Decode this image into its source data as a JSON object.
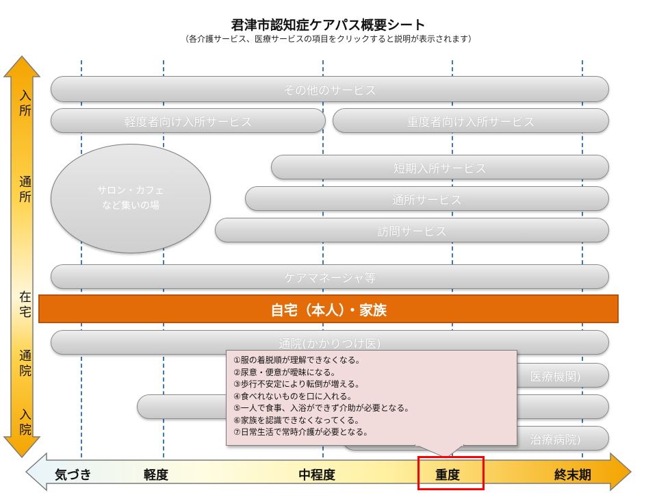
{
  "header": {
    "title": "君津市認知症ケアパス概要シート",
    "subtitle": "（各介護サービス、医療サービスの項目をクリックすると説明が表示されます）"
  },
  "vertical_axis": {
    "top_label": "入所",
    "mid_label": "通所",
    "home_label": "在宅",
    "clinic_label": "通院",
    "bottom_label": "入院"
  },
  "services": {
    "other": "その他のサービス",
    "light_residential": "軽度者向け入所サービス",
    "heavy_residential": "重度者向け入所サービス",
    "salon_line1": "サロン・カフェ",
    "salon_line2": "など集いの場",
    "short_stay": "短期入所サービス",
    "day_service": "通所サービス",
    "home_visit": "訪問サービス",
    "care_manager": "ケアマネージャ等",
    "home_family": "自宅（本人）・家族",
    "clinic": "通院(かかりつけ医)",
    "medical_inst_partial": "医療機関)",
    "treatment_hospital_partial": "治療病院)"
  },
  "tooltip": {
    "items": [
      "①服の着脱順が理解できなくなる。",
      "②尿意・便意が曖昧になる。",
      "③歩行不安定により転倒が増える。",
      "④食べれないものを口に入れる。",
      "⑤一人で食事、入浴ができず介助が必要となる。",
      "⑥家族を認識できなくなってくる。",
      "⑦日常生活で常時介護が必要となる。"
    ]
  },
  "stages": {
    "s1": "気づき",
    "s2": "軽度",
    "s3": "中程度",
    "s4": "重度",
    "s5": "終末期"
  },
  "colors": {
    "home_bar": "#e36c09",
    "tooltip_bg": "#f2dcdb",
    "highlight": "#ff0000",
    "dashed_line": "#3a78b8"
  }
}
